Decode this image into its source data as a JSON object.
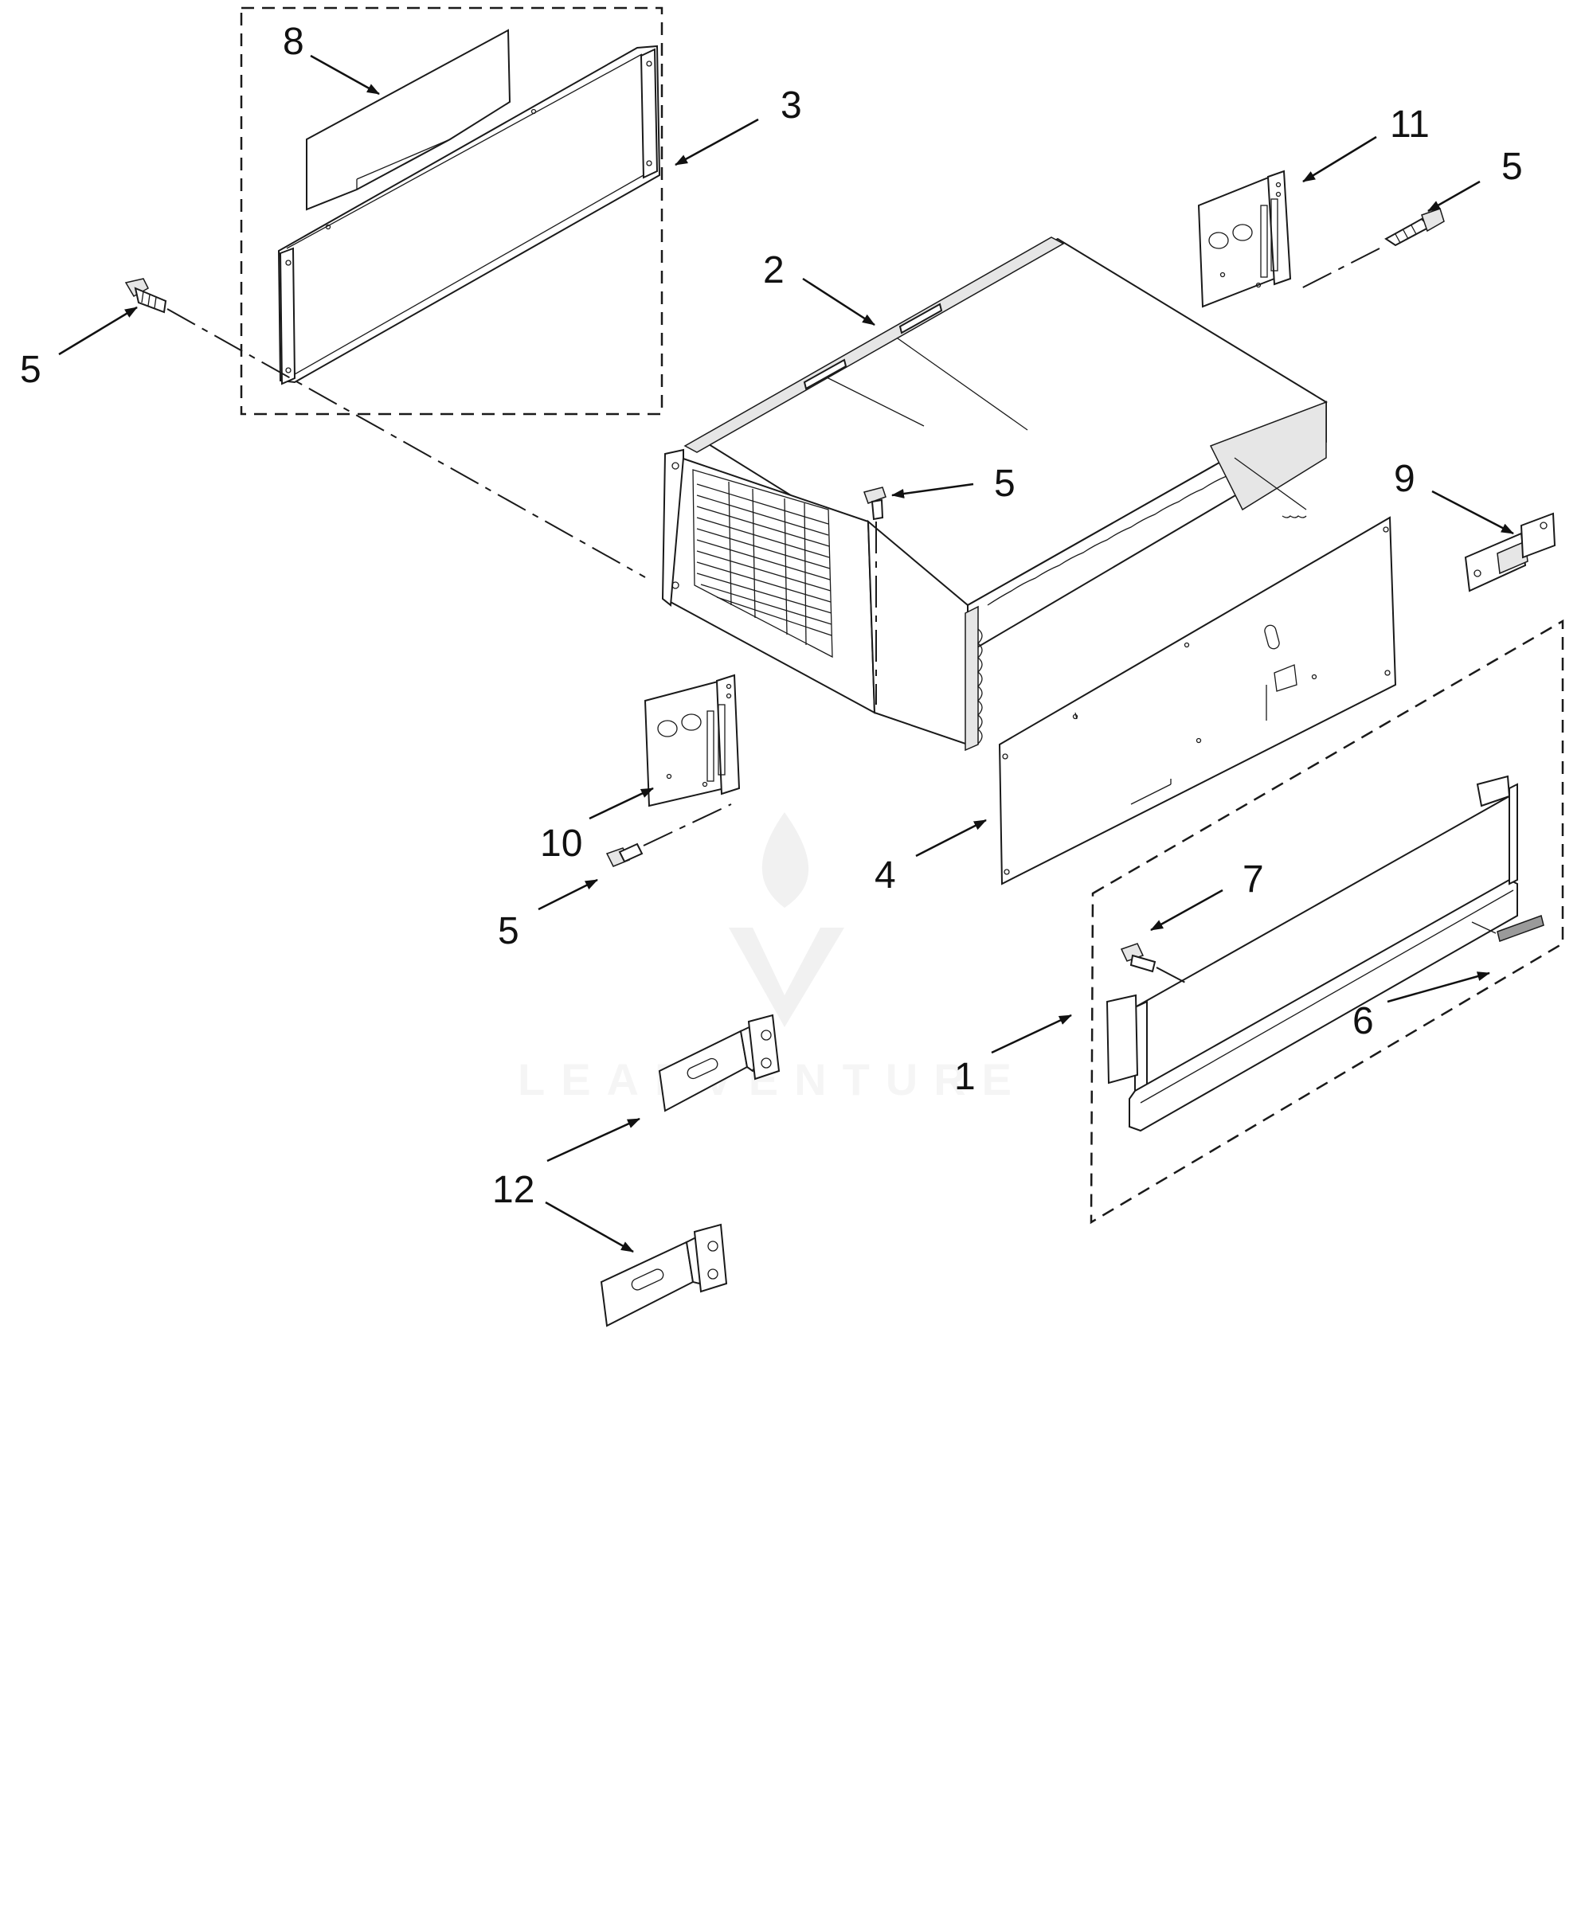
{
  "diagram": {
    "callouts": [
      {
        "id": "c8",
        "label": "8"
      },
      {
        "id": "c3",
        "label": "3"
      },
      {
        "id": "c11",
        "label": "11"
      },
      {
        "id": "c5a",
        "label": "5"
      },
      {
        "id": "c2",
        "label": "2"
      },
      {
        "id": "c5b",
        "label": "5"
      },
      {
        "id": "c5c",
        "label": "5"
      },
      {
        "id": "c9",
        "label": "9"
      },
      {
        "id": "c10",
        "label": "10"
      },
      {
        "id": "c5d",
        "label": "5"
      },
      {
        "id": "c4",
        "label": "4"
      },
      {
        "id": "c7",
        "label": "7"
      },
      {
        "id": "c6",
        "label": "6"
      },
      {
        "id": "c1",
        "label": "1"
      },
      {
        "id": "c12",
        "label": "12"
      }
    ],
    "watermark": "LEADVENTURE",
    "colors": {
      "line": "#1a1a1a",
      "background": "#ffffff",
      "watermark": "#ececec"
    }
  }
}
